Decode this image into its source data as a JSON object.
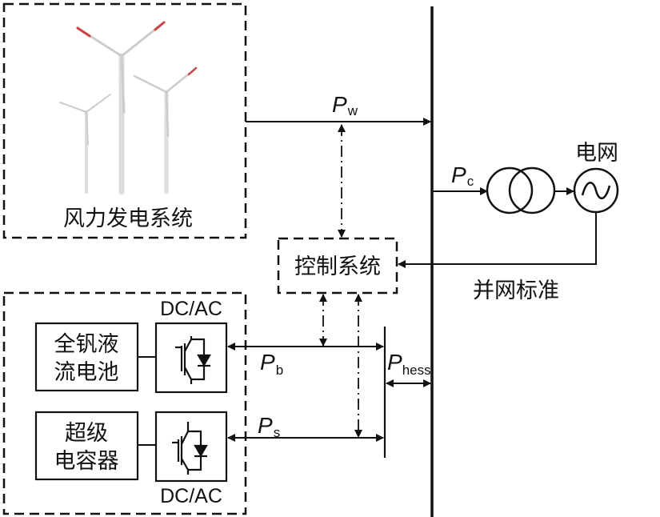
{
  "wind_system": {
    "label": "风力发电系统"
  },
  "control_system": {
    "label": "控制系统"
  },
  "grid": {
    "label": "电网"
  },
  "grid_standard": {
    "label": "并网标准"
  },
  "battery": {
    "line1": "全钒液",
    "line2": "流电池"
  },
  "supercapacitor": {
    "line1": "超级",
    "line2": "电容器"
  },
  "converters": {
    "top": "DC/AC",
    "bottom": "DC/AC"
  },
  "powers": {
    "pw": {
      "main": "P",
      "sub": "w"
    },
    "pc": {
      "main": "P",
      "sub": "c"
    },
    "pb": {
      "main": "P",
      "sub": "b"
    },
    "ps": {
      "main": "P",
      "sub": "s"
    },
    "phess": {
      "main": "P",
      "sub": "hess"
    }
  }
}
